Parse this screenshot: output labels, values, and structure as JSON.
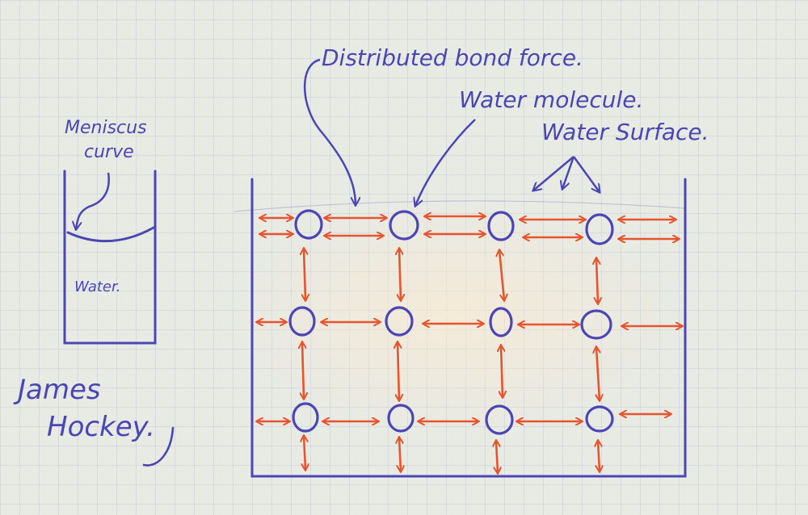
{
  "labels": {
    "distributed_bond_force": "Distributed bond force.",
    "water_molecule": "Water molecule.",
    "water_surface": "Water Surface.",
    "meniscus_line1": "Meniscus",
    "meniscus_line2": "curve",
    "beaker_water": "Water.",
    "author_line1": "James",
    "author_line2": "Hockey."
  },
  "colors": {
    "ink_blue": "#4b46b3",
    "ink_red": "#e8542d",
    "paper": "#e8eae4"
  },
  "molecule_grid": {
    "rows": 3,
    "cols": 4
  }
}
